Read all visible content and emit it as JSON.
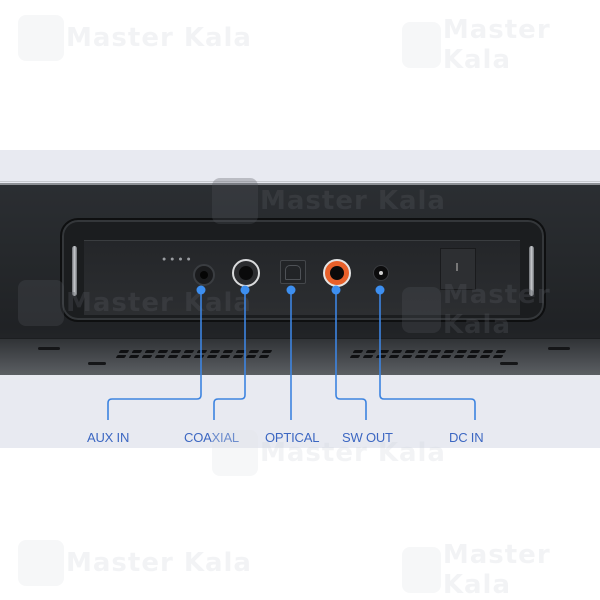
{
  "product": {
    "description": "Soundbar rear connection panel",
    "ports": [
      {
        "id": "aux-in",
        "label": "AUX IN",
        "jack_color": "#1a1b1d"
      },
      {
        "id": "coaxial",
        "label": "COAXIAL",
        "jack_color": "#d9dadc"
      },
      {
        "id": "optical",
        "label": "OPTICAL",
        "jack_color": "#222427"
      },
      {
        "id": "sw-out",
        "label": "SW OUT",
        "jack_color": "#e8602a"
      },
      {
        "id": "dc-in",
        "label": "DC IN",
        "jack_color": "#0c0c0d"
      }
    ]
  },
  "callout": {
    "line_color": "#3d84e0",
    "label_color": "#3c67c2"
  },
  "watermark": {
    "text": "Master Kala"
  }
}
